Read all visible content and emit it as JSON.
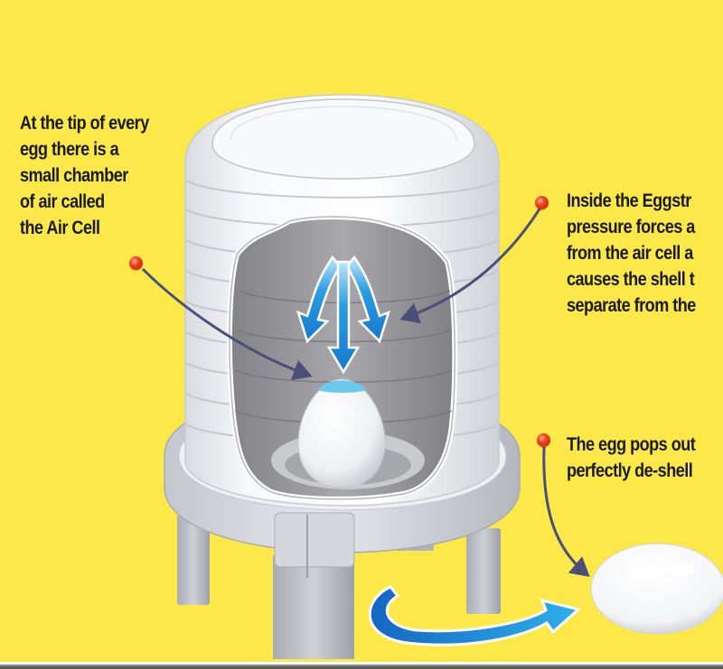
{
  "diagram": {
    "subject": "Egg de-shelling device cutaway illustration",
    "background_color": "#fde84a",
    "callouts": [
      {
        "id": "air-cell",
        "lines": [
          "At the tip of every",
          "egg there is a",
          "small chamber",
          "of air called",
          "the Air Cell"
        ]
      },
      {
        "id": "pressure",
        "lines": [
          "Inside the Eggstr",
          "pressure forces a",
          "from the air cell a",
          "causes the shell t",
          "separate from the"
        ]
      },
      {
        "id": "pops",
        "lines": [
          "The egg pops out",
          "perfectly de-shell"
        ]
      }
    ],
    "colors": {
      "text": "#1a1a1a",
      "pin_red": "#e8361a",
      "leader_line": "#4a4f7a",
      "arrow_blue": "#1e8fd8",
      "device_white": "#f2f3f5",
      "device_gray": "#b9bcc3",
      "cutaway_gray": "#8f8f93",
      "air_cell_blue": "#6cc9ee"
    },
    "icons": [
      "pin-marker-icon",
      "pressure-arrows-icon",
      "rotate-arrow-icon",
      "peeled-egg-icon"
    ]
  }
}
